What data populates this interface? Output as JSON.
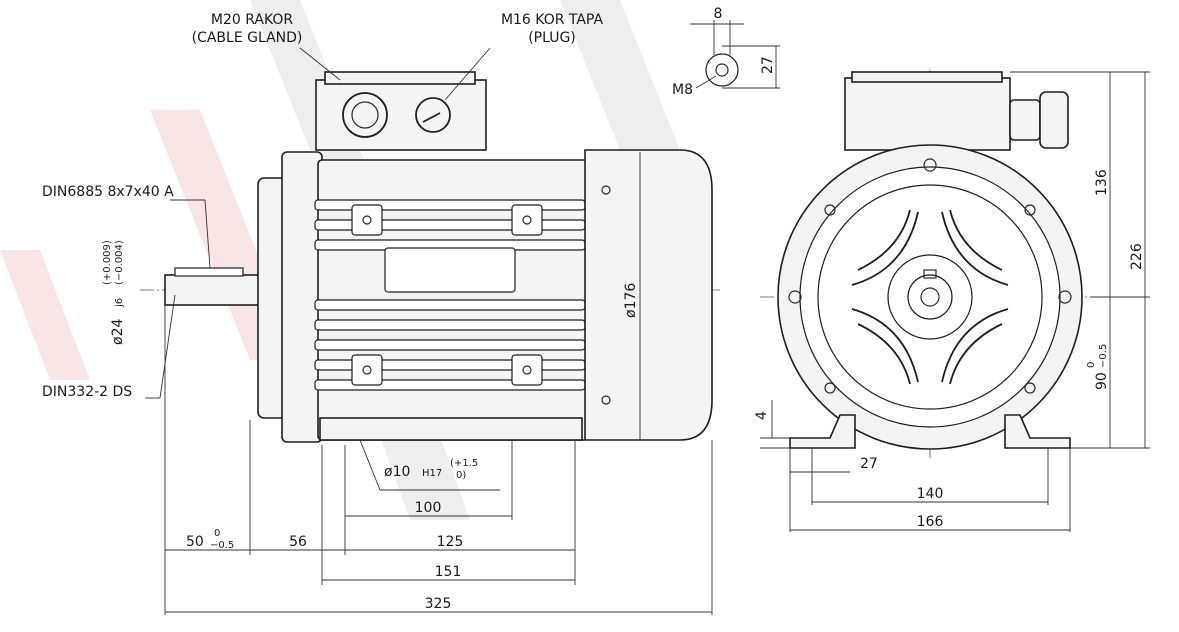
{
  "labels": {
    "cable_gland": "M20 RAKOR",
    "cable_gland_en": "(CABLE GLAND)",
    "plug": "M16 KOR TAPA",
    "plug_en": "(PLUG)",
    "key": "DIN6885 8x7x40 A",
    "shaft_end": "DIN332-2 DS",
    "shaft_dia": "ø24",
    "shaft_fit": "j6",
    "shaft_tol_upper": "(+0.009)",
    "shaft_tol_lower": "(−0.004)",
    "dia_176": "ø176",
    "hole_dia": "ø10",
    "hole_fit": "H17",
    "hole_tol_upper": "(+1.5",
    "hole_tol_lower": "0)",
    "m8": "M8",
    "dim_8": "8",
    "dim_27_top": "27",
    "dim_136": "136",
    "dim_226": "226",
    "dim_90": "90",
    "dim_90_tol_upper": "0",
    "dim_90_tol_lower": "−0.5",
    "dim_4": "4",
    "dim_27_foot": "27",
    "dim_140": "140",
    "dim_166": "166",
    "dim_100": "100",
    "dim_125": "125",
    "dim_151": "151",
    "dim_325": "325",
    "dim_56": "56",
    "dim_50": "50",
    "dim_50_tol_upper": "0",
    "dim_50_tol_lower": "−0.5"
  }
}
